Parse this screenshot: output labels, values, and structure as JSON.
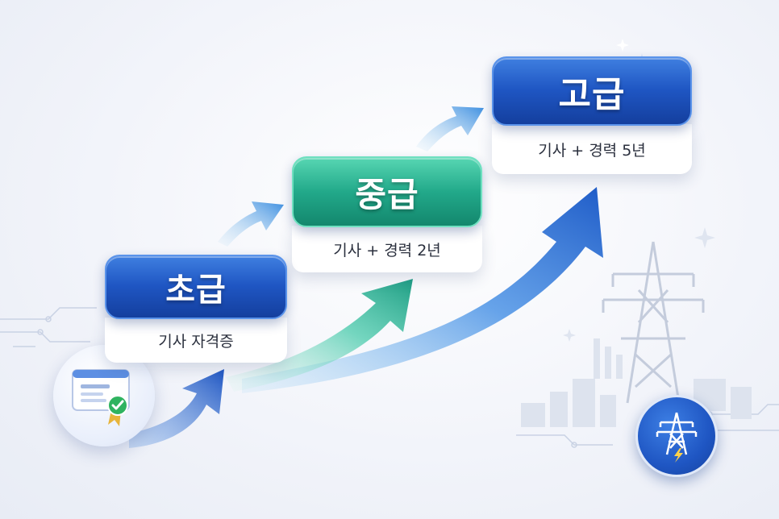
{
  "stages": [
    {
      "level": "초급",
      "requirement": "기사 자격증"
    },
    {
      "level": "중급",
      "requirement": "기사 + 경력 2년"
    },
    {
      "level": "고급",
      "requirement": "기사 + 경력 5년"
    }
  ],
  "icons": {
    "certificate": "certificate-icon",
    "power": "power-tower-icon"
  },
  "colors": {
    "blue": "#1f56c3",
    "green": "#22a98a",
    "arrow_blue": "#2d6fd6",
    "arrow_teal": "#3cc3a4"
  }
}
